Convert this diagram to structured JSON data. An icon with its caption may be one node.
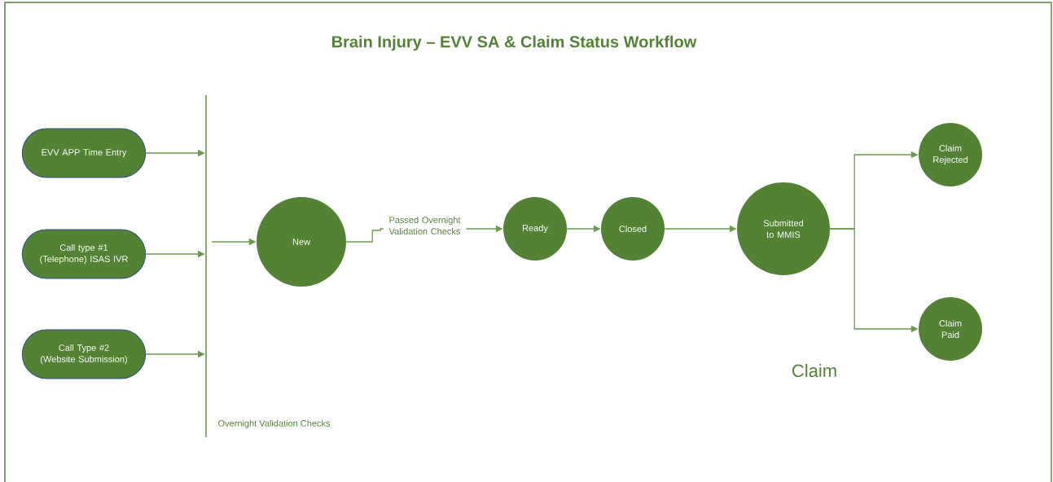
{
  "diagram": {
    "title": "Brain Injury – EVV SA & Claim Status Workflow",
    "nodes": [
      {
        "text": [
          "EVV APP Time Entry"
        ]
      },
      {
        "text": [
          "Call type #1 (Telephone) ISAS IVR"
        ]
      },
      {
        "text": [
          "Call Type #2 (Website Submission)"
        ]
      },
      {
        "text": [],
        "shape": "bar",
        "beside": [
          "Overnight Validation Checks"
        ]
      },
      {
        "text": [
          "New"
        ]
      },
      {
        "text": [
          "Ready"
        ]
      },
      {
        "text": [
          "Closed"
        ]
      },
      {
        "text": [
          "Submitted to MMIS"
        ]
      },
      {
        "text": [
          "Claim Rejected"
        ]
      },
      {
        "text": [
          "Claim Paid"
        ]
      }
    ],
    "edges": [
      {
        "from": 0,
        "to": 3,
        "arrow": "to"
      },
      {
        "from": 1,
        "to": 3,
        "arrow": "to"
      },
      {
        "from": 2,
        "to": 3,
        "arrow": "to"
      },
      {
        "from": 3,
        "to": 4,
        "arrow": "to"
      },
      {
        "from": 4,
        "to": 5,
        "arrow": "to",
        "label": "Passed Overnight Validation Checks"
      },
      {
        "from": 5,
        "to": 6,
        "arrow": "to"
      },
      {
        "from": 6,
        "to": 7,
        "arrow": "to"
      },
      {
        "from": 7,
        "to": 8,
        "arrow": "to"
      },
      {
        "from": 7,
        "to": 9,
        "arrow": "to"
      }
    ],
    "labels": [
      "Claim"
    ]
  }
}
